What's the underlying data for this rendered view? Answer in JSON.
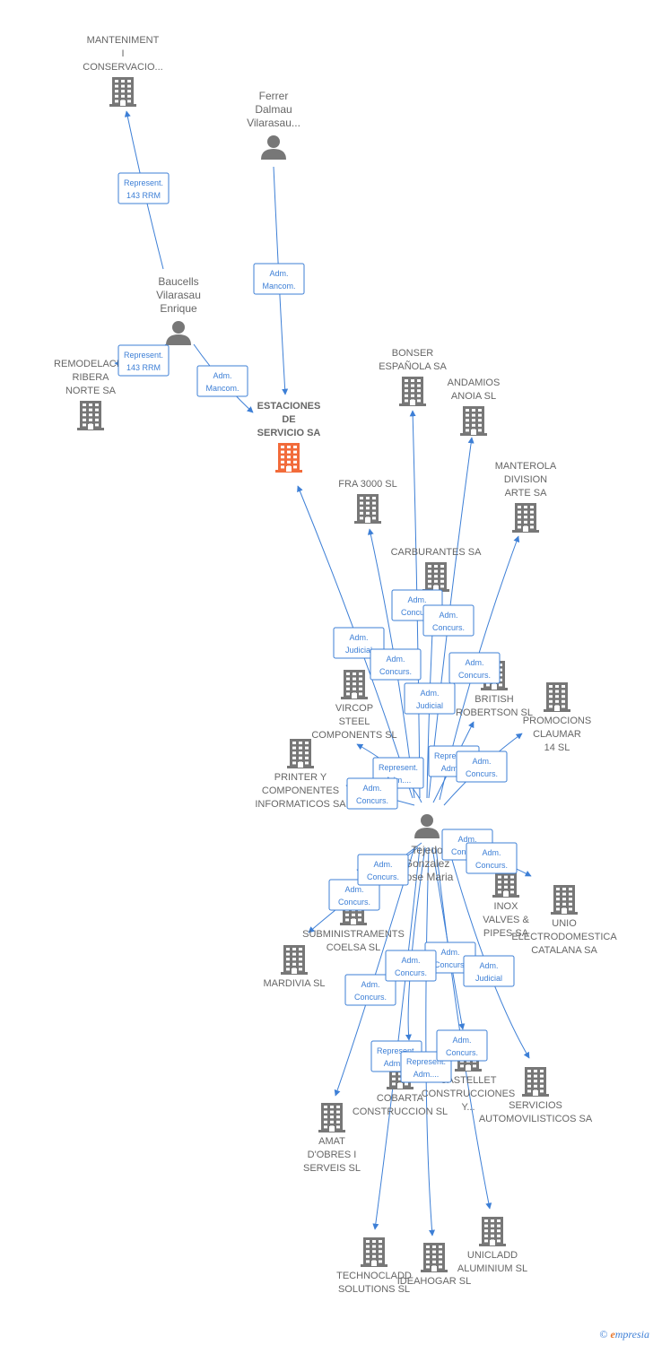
{
  "colors": {
    "edge": "#3d7fd6",
    "company": "#777777",
    "focus": "#f26b3a",
    "person": "#777777",
    "label": "#666666"
  },
  "nodes": [
    {
      "id": "manteniment",
      "kind": "company",
      "label": [
        "MANTENIMENT",
        "I",
        "CONSERVACIO..."
      ],
      "icon": "building-icon"
    },
    {
      "id": "ferrer",
      "kind": "person",
      "label": [
        "Ferrer",
        "Dalmau",
        "Vilarasau..."
      ],
      "icon": "person-icon"
    },
    {
      "id": "baucells",
      "kind": "person",
      "label": [
        "Baucells",
        "Vilarasau",
        "Enrique"
      ],
      "icon": "person-icon"
    },
    {
      "id": "remodelacions",
      "kind": "company",
      "label": [
        "REMODELACI...",
        "RIBERA",
        "NORTE SA"
      ],
      "icon": "building-icon"
    },
    {
      "id": "estaciones",
      "kind": "focus",
      "label": [
        "ESTACIONES",
        "DE",
        "SERVICIO SA"
      ],
      "icon": "building-icon"
    },
    {
      "id": "bonser",
      "kind": "company",
      "label": [
        "BONSER",
        "ESPAÑOLA SA"
      ],
      "icon": "building-icon"
    },
    {
      "id": "andamios",
      "kind": "company",
      "label": [
        "ANDAMIOS",
        "ANOIA SL"
      ],
      "icon": "building-icon"
    },
    {
      "id": "fra3000",
      "kind": "company",
      "label": [
        "FRA 3000 SL"
      ],
      "icon": "building-icon"
    },
    {
      "id": "manterola",
      "kind": "company",
      "label": [
        "MANTEROLA",
        "DIVISION",
        "ARTE SA"
      ],
      "icon": "building-icon"
    },
    {
      "id": "carburantes",
      "kind": "company",
      "label": [
        "CARBURANTES SA"
      ],
      "icon": "building-icon"
    },
    {
      "id": "vircop",
      "kind": "company",
      "label": [
        "VIRCOP",
        "STEEL",
        "COMPONENTS SL"
      ],
      "icon": "building-icon"
    },
    {
      "id": "british",
      "kind": "company",
      "label": [
        "BRITISH",
        "ROBERTSON SL"
      ],
      "icon": "building-icon"
    },
    {
      "id": "promociones",
      "kind": "company",
      "label": [
        "PROMOCIONS",
        "CLAUMAR",
        "14 SL"
      ],
      "icon": "building-icon"
    },
    {
      "id": "printer",
      "kind": "company",
      "label": [
        "PRINTER Y",
        "COMPONENTES",
        "INFORMATICOS SA"
      ],
      "icon": "building-icon"
    },
    {
      "id": "tejedo",
      "kind": "person",
      "label": [
        "Tejedo",
        "Gonzalez",
        "Jose Maria"
      ],
      "icon": "person-icon"
    },
    {
      "id": "inox",
      "kind": "company",
      "label": [
        "INOX",
        "VALVES &",
        "PIPES SA"
      ],
      "icon": "building-icon"
    },
    {
      "id": "unio",
      "kind": "company",
      "label": [
        "UNIO",
        "ELECTRODOMESTICA",
        "CATALANA SA"
      ],
      "icon": "building-icon"
    },
    {
      "id": "subministraments",
      "kind": "company",
      "label": [
        "SUBMINISTRAMENTS",
        "COELSA SL"
      ],
      "icon": "building-icon"
    },
    {
      "id": "mardivia",
      "kind": "company",
      "label": [
        "MARDIVIA SL"
      ],
      "icon": "building-icon"
    },
    {
      "id": "castellet",
      "kind": "company",
      "label": [
        "CASTELLET",
        "CONSTRUCCIONES",
        "Y..."
      ],
      "icon": "building-icon"
    },
    {
      "id": "cobarta",
      "kind": "company",
      "label": [
        "COBARTA",
        "CONSTRUCCION SL"
      ],
      "icon": "building-icon"
    },
    {
      "id": "servicios",
      "kind": "company",
      "label": [
        "SERVICIOS",
        "AUTOMOVILISTICOS SA"
      ],
      "icon": "building-icon"
    },
    {
      "id": "amat",
      "kind": "company",
      "label": [
        "AMAT",
        "D'OBRES I",
        "SERVEIS SL"
      ],
      "icon": "building-icon"
    },
    {
      "id": "technocladd",
      "kind": "company",
      "label": [
        "TECHNOCLADD",
        "SOLUTIONS SL"
      ],
      "icon": "building-icon"
    },
    {
      "id": "ideahogar",
      "kind": "company",
      "label": [
        "IDEAHOGAR SL"
      ],
      "icon": "building-icon"
    },
    {
      "id": "uniclad",
      "kind": "company",
      "label": [
        "UNICLADD",
        "ALUMINIUM SL"
      ],
      "icon": "building-icon"
    }
  ],
  "edges": [
    {
      "from": "baucells",
      "to": "manteniment",
      "label": [
        "Represent.",
        "143 RRM"
      ]
    },
    {
      "from": "ferrer",
      "to": "estaciones",
      "label": [
        "Adm.",
        "Mancom."
      ]
    },
    {
      "from": "baucells",
      "to": "estaciones",
      "label": [
        "Adm.",
        "Mancom."
      ]
    },
    {
      "from": "baucells",
      "to": "remodelacions",
      "label": [
        "Represent.",
        "143 RRM"
      ]
    },
    {
      "from": "tejedo",
      "to": "estaciones",
      "label": [
        "Adm.",
        "Judicial"
      ]
    },
    {
      "from": "tejedo",
      "to": "bonser",
      "label": [
        "Adm.",
        "Concurs."
      ]
    },
    {
      "from": "tejedo",
      "to": "andamios",
      "label": [
        "Adm.",
        "Concurs."
      ]
    },
    {
      "from": "tejedo",
      "to": "fra3000",
      "label": [
        "Adm.",
        "Concurs."
      ]
    },
    {
      "from": "tejedo",
      "to": "manterola",
      "label": [
        "Adm.",
        "Concurs."
      ]
    },
    {
      "from": "tejedo",
      "to": "carburantes",
      "label": [
        "Adm.",
        "Judicial"
      ]
    },
    {
      "from": "tejedo",
      "to": "vircop",
      "label": [
        "Represent.",
        "Adm...."
      ]
    },
    {
      "from": "tejedo",
      "to": "british",
      "label": [
        "Represent.",
        "Adm...."
      ]
    },
    {
      "from": "tejedo",
      "to": "promociones",
      "label": [
        "Adm.",
        "Concurs."
      ]
    },
    {
      "from": "tejedo",
      "to": "printer",
      "label": [
        "Adm.",
        "Concurs."
      ]
    },
    {
      "from": "tejedo",
      "to": "inox",
      "label": [
        "Adm.",
        "Concurs."
      ]
    },
    {
      "from": "tejedo",
      "to": "unio",
      "label": [
        "Adm.",
        "Concurs."
      ]
    },
    {
      "from": "tejedo",
      "to": "subministraments",
      "label": [
        "Adm.",
        "Concurs."
      ]
    },
    {
      "from": "tejedo",
      "to": "mardivia",
      "label": [
        "Adm.",
        "Concurs."
      ]
    },
    {
      "from": "tejedo",
      "to": "castellet",
      "label": [
        "Adm.",
        "Concurs."
      ]
    },
    {
      "from": "tejedo",
      "to": "servicios",
      "label": [
        "Adm.",
        "Judicial"
      ]
    },
    {
      "from": "tejedo",
      "to": "amat",
      "label": [
        "Adm.",
        "Concurs."
      ]
    },
    {
      "from": "tejedo",
      "to": "cobarta",
      "label": [
        "Adm.",
        "Concurs."
      ]
    },
    {
      "from": "tejedo",
      "to": "technocladd",
      "label": [
        "Represent.",
        "Adm...."
      ]
    },
    {
      "from": "tejedo",
      "to": "ideahogar",
      "label": [
        "Represent.",
        "Adm...."
      ]
    },
    {
      "from": "tejedo",
      "to": "uniclad",
      "label": [
        "Adm.",
        "Concurs."
      ]
    }
  ],
  "copyright": {
    "symbol": "©",
    "brand_initial": "e",
    "brand_rest": "mpresia"
  }
}
